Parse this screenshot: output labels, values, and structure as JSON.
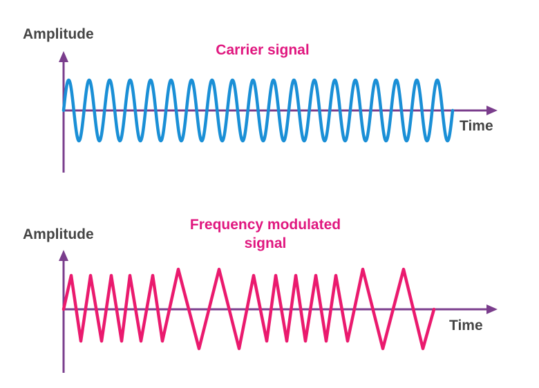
{
  "colors": {
    "axis": "#7a3d8c",
    "carrier": "#1a8fd6",
    "fm": "#ea1a6e",
    "title": "#e0177f",
    "label": "#444444"
  },
  "top_panel": {
    "y_label": "Amplitude",
    "x_label": "Time",
    "title": "Carrier signal",
    "cycles": 19
  },
  "bottom_panel": {
    "y_label": "Amplitude",
    "x_label": "Time",
    "title_line1": "Frequency modulated",
    "title_line2": "signal"
  }
}
